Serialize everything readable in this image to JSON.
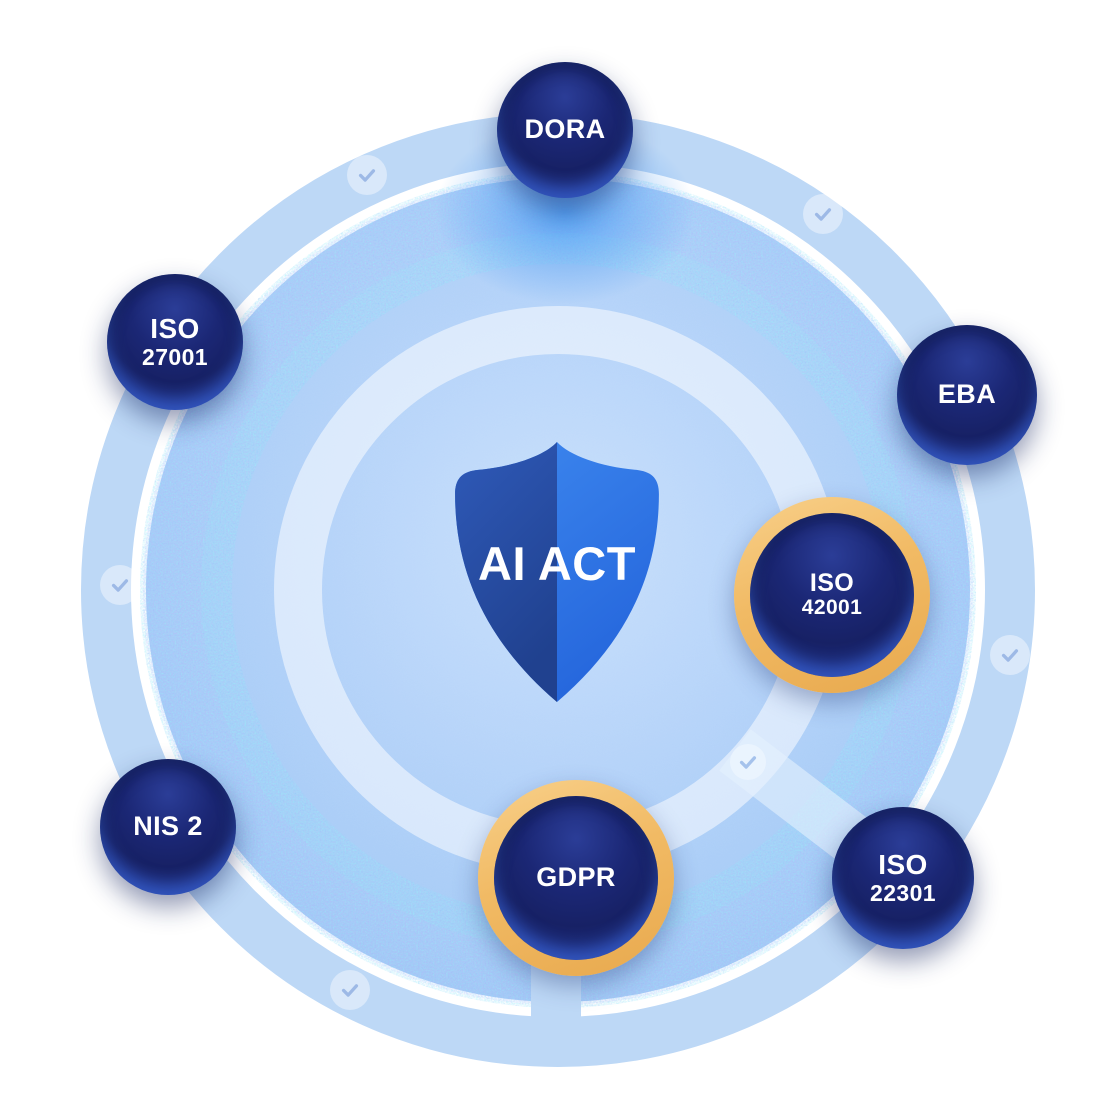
{
  "center": {
    "label": "AI ACT",
    "icon": "shield-icon"
  },
  "badges": [
    {
      "id": "dora",
      "lines": [
        "DORA"
      ],
      "accent": "navy"
    },
    {
      "id": "iso-27001",
      "lines": [
        "ISO",
        "27001"
      ],
      "accent": "navy"
    },
    {
      "id": "eba",
      "lines": [
        "EBA"
      ],
      "accent": "navy"
    },
    {
      "id": "iso-42001",
      "lines": [
        "ISO",
        "42001"
      ],
      "accent": "gold"
    },
    {
      "id": "iso-22301",
      "lines": [
        "ISO",
        "22301"
      ],
      "accent": "navy"
    },
    {
      "id": "gdpr",
      "lines": [
        "GDPR"
      ],
      "accent": "gold"
    },
    {
      "id": "nis-2",
      "lines": [
        "NIS 2"
      ],
      "accent": "navy"
    }
  ],
  "checkmarks": {
    "icon": "check-icon",
    "symbol": "✓",
    "count": 6
  },
  "colors": {
    "background": "#ffffff",
    "disc": "#aecff7",
    "outer_ring": "#bdd8f6",
    "inner_ring": "#d9e8fb",
    "badge_navy": "#1b2675",
    "badge_gold_ring": "#efb55e",
    "shield_dark": "#2a51ad",
    "shield_light": "#2e7ae6",
    "badge_text": "#ffffff",
    "glow_blue": "#4899f2",
    "noise_cyan": "#5ee6f5",
    "noise_purple": "#8b7cf2"
  }
}
